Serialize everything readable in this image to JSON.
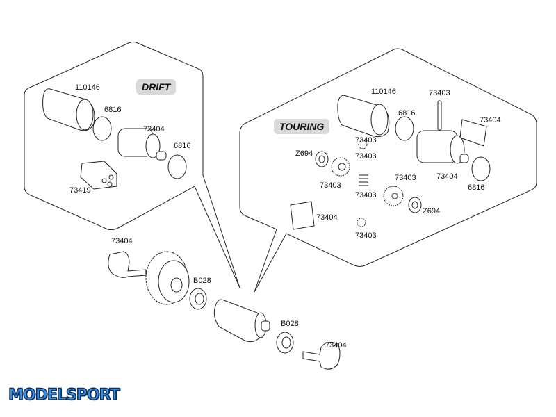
{
  "sections": {
    "drift": {
      "title": "DRIFT",
      "labels": [
        "110146",
        "6816",
        "73404",
        "6816",
        "73419"
      ]
    },
    "touring": {
      "title": "TOURING",
      "labels": [
        "110146",
        "73403",
        "6816",
        "73404",
        "Z694",
        "73403",
        "73403",
        "73404",
        "73403",
        "6816",
        "73403",
        "Z694",
        "73404",
        "73403",
        "73403"
      ]
    },
    "main": {
      "labels": [
        "73404",
        "B028",
        "B028",
        "73404"
      ]
    }
  },
  "logo": "MODELSPORT",
  "colors": {
    "line": "#222222",
    "tag_bg": "#d9d9d9",
    "logo": "#3a8fe0"
  }
}
